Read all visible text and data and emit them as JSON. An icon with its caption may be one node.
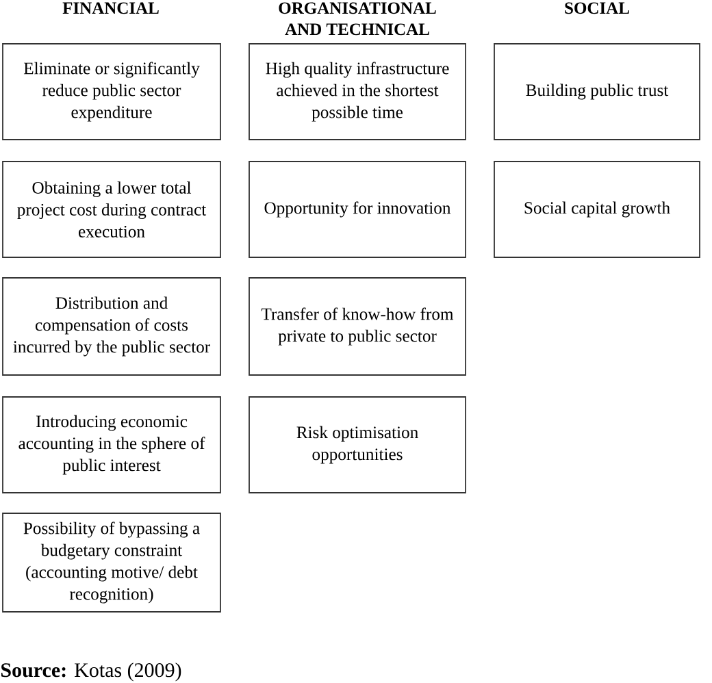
{
  "diagram": {
    "caption": "**Source:** Kotas (2009)",
    "nodes": [
      {
        "text": [
          "Eliminate or significantly reduce public sector expenditure"
        ]
      },
      {
        "text": [
          "High quality infrastructure achieved in the shortest possible time"
        ]
      },
      {
        "text": [
          "Building public trust"
        ]
      },
      {
        "text": [
          "Obtaining a lower total project cost during contract execution"
        ]
      },
      {
        "text": [
          "Opportunity for innovation"
        ]
      },
      {
        "text": [
          "Social capital growth"
        ]
      },
      {
        "text": [
          "Distribution and compensation of costs incurred by the public sector"
        ]
      },
      {
        "text": [
          "Transfer of know-how from private to public sector"
        ]
      },
      {
        "text": [
          "Introducing economic accounting in the sphere of public interest"
        ]
      },
      {
        "text": [
          "Risk optimisation opportunities"
        ]
      },
      {
        "text": [
          "Possibility of bypassing a budgetary constraint (accounting motive/ debt recognition)"
        ]
      }
    ],
    "labels": [
      "FINANCIAL",
      "ORGANISATIONAL AND TECHNICAL",
      "SOCIAL"
    ]
  }
}
